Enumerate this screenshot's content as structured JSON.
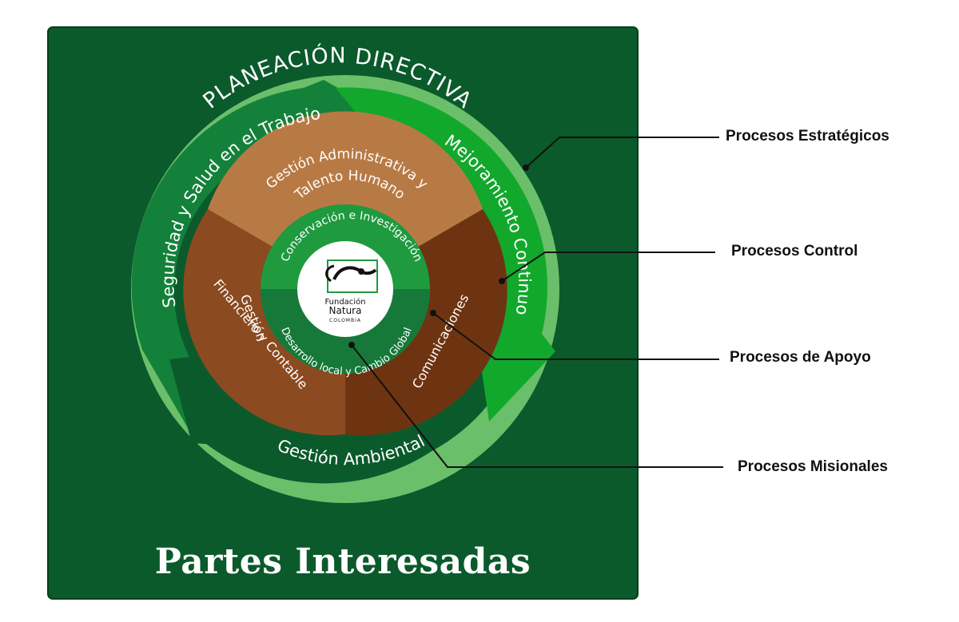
{
  "outer_frame": {
    "title": "Partes Interesadas"
  },
  "rings": {
    "strategic": "PLANEACIÓN DIRECTIVA",
    "support_left": "Seguridad y Salud en el Trabajo",
    "support_right": "Mejoramiento Continuo",
    "support_bottom": "Gestión Ambiental"
  },
  "middle_ring": {
    "top_line1": "Gestión Administrativa y",
    "top_line2": "Talento Humano",
    "left_line1": "Gestión",
    "left_line2": "Financiero y Contable",
    "right": "Comunicaciones"
  },
  "core": {
    "upper": "Conservación e Investigación",
    "lower": "Desarrollo local y Cambio Global",
    "logo_line1": "Fundación",
    "logo_line2": "Natura",
    "logo_line3": "COLOMBIA"
  },
  "callouts": {
    "strategic": "Procesos Estratégicos",
    "control": "Procesos Control",
    "support": "Procesos  de Apoyo",
    "missional": "Procesos Misionales"
  },
  "colors": {
    "frame_dark": "#0b5a2c",
    "outer_ring": "#6bbf6a",
    "arrow_dark": "#14813a",
    "arrow_bright": "#12a82c",
    "admin_tan": "#b87a45",
    "finance_brown": "#8b4a1f",
    "comms_brown": "#6e3412",
    "core_green": "#1f9a3f",
    "core_dark": "#16793a"
  }
}
